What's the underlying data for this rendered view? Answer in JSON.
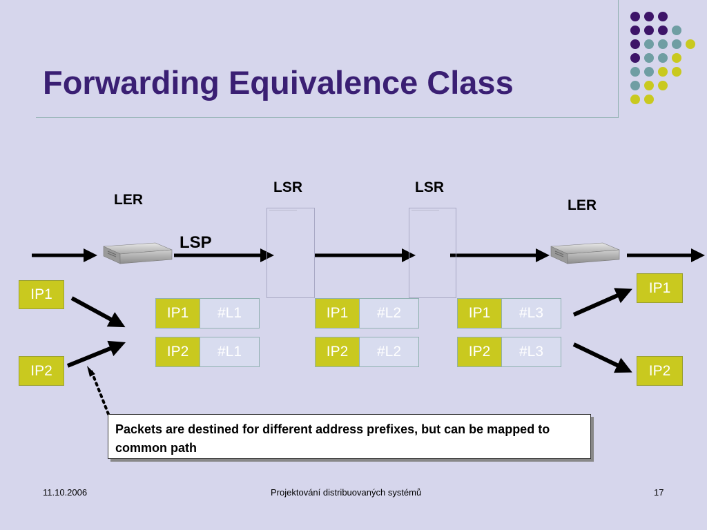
{
  "slide": {
    "title": "Forwarding Equivalence Class",
    "labels": {
      "ler_left": "LER",
      "ler_right": "LER",
      "lsr_1": "LSR",
      "lsr_2": "LSR",
      "lsp": "LSP"
    },
    "incoming": [
      "IP1",
      "IP2"
    ],
    "outgoing": [
      "IP1",
      "IP2"
    ],
    "tables": [
      {
        "rows": [
          {
            "prefix": "IP1",
            "label": "#L1"
          },
          {
            "prefix": "IP2",
            "label": "#L1"
          }
        ]
      },
      {
        "rows": [
          {
            "prefix": "IP1",
            "label": "#L2"
          },
          {
            "prefix": "IP2",
            "label": "#L2"
          }
        ]
      },
      {
        "rows": [
          {
            "prefix": "IP1",
            "label": "#L3"
          },
          {
            "prefix": "IP2",
            "label": "#L3"
          }
        ]
      }
    ],
    "note": "Packets are destined for different address prefixes, but can be mapped to common path"
  },
  "footer": {
    "date": "11.10.2006",
    "course": "Projektování distribuovaných systémů",
    "page": "17"
  },
  "colors": {
    "title": "#3a1f73",
    "ip_fill": "#c9c91f",
    "dot_purple": "#3d1468",
    "dot_teal": "#6f9ea3",
    "dot_yellow": "#c9c91f",
    "background": "#d6d6ec"
  }
}
